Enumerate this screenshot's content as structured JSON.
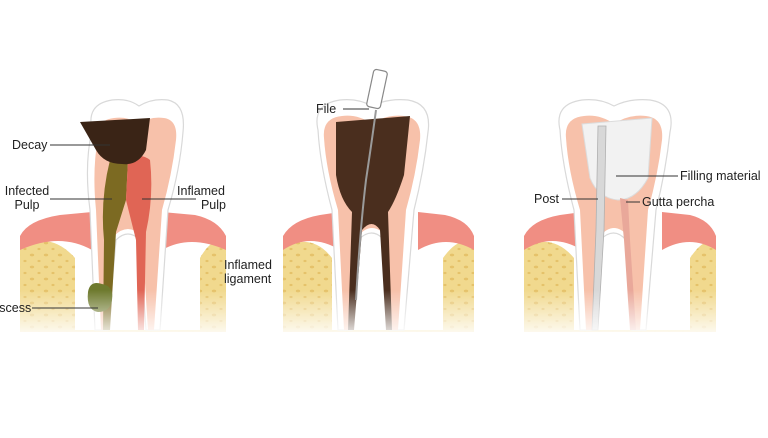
{
  "colors": {
    "background": "#ffffff",
    "enamel": "#ffffff",
    "enamel_edge": "#d9d9d9",
    "dentin": "#f7c1aa",
    "pulp": "#f4f1f1",
    "gum": "#f08e83",
    "bone": "#f1d98e",
    "bone_spots": "#e5c26a",
    "decay": "#3a2416",
    "infected_pulp": "#7c6a22",
    "inflamed_pulp": "#e06555",
    "abscess": "#6e7a2e",
    "cleaned_canal": "#4a2e1e",
    "filling": "#f2f2f2",
    "gutta_percha": "#e9a89a",
    "leader_line": "#333333"
  },
  "labels": {
    "decay": "Decay",
    "infected_line1": "Infected",
    "infected_line2": "Pulp",
    "inflamed_pulp_line1": "Inflamed",
    "inflamed_pulp_line2": "Pulp",
    "inflamed_ligament_line1": "Inflamed",
    "inflamed_ligament_line2": "ligament",
    "abscess": "Abscess",
    "file": "File",
    "post": "Post",
    "filling_material": "Filling material",
    "gutta_percha": "Gutta percha"
  },
  "icons": {
    "file_instrument": "endodontic-file-icon"
  }
}
